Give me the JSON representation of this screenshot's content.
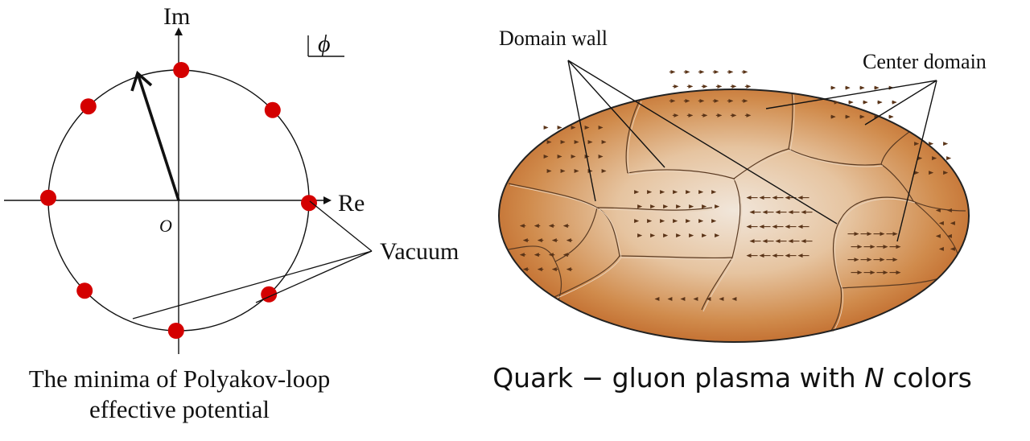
{
  "left_figure": {
    "axis_x_label": "Re",
    "axis_y_label": "Im",
    "origin_label": "O",
    "phase_label": "ϕ",
    "callout_label": "Vacuum",
    "vacua_count": 8,
    "dot_color": "#d40000",
    "caption_line1": "The minima of Polyakov-loop",
    "caption_line2": "effective potential"
  },
  "right_figure": {
    "label_domain_wall": "Domain wall",
    "label_center_domain": "Center domain",
    "caption_prefix": "Quark − gluon plasma with ",
    "caption_var": "N",
    "caption_suffix": " colors",
    "fill_center": "#efe0cf",
    "fill_edge": "#c46f2c"
  }
}
